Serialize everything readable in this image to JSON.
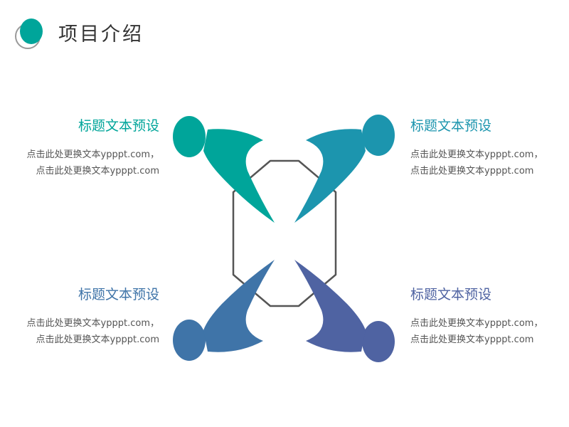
{
  "header": {
    "title": "项目介绍"
  },
  "colors": {
    "teal": "#00A59A",
    "teal_blue": "#1C95AE",
    "blue": "#3F74A8",
    "indigo": "#4F63A2",
    "hexagon_stroke": "#555555"
  },
  "blocks": [
    {
      "heading": "标题文本预设",
      "line1": "点击此处更换文本ypppt.com，",
      "line2": "点击此处更换文本ypppt.com"
    },
    {
      "heading": "标题文本预设",
      "line1": "点击此处更换文本ypppt.com，",
      "line2": "点击此处更换文本ypppt.com"
    },
    {
      "heading": "标题文本预设",
      "line1": "点击此处更换文本ypppt.com，",
      "line2": "点击此处更换文本ypppt.com"
    },
    {
      "heading": "标题文本预设",
      "line1": "点击此处更换文本ypppt.com，",
      "line2": "点击此处更换文本ypppt.com"
    }
  ]
}
